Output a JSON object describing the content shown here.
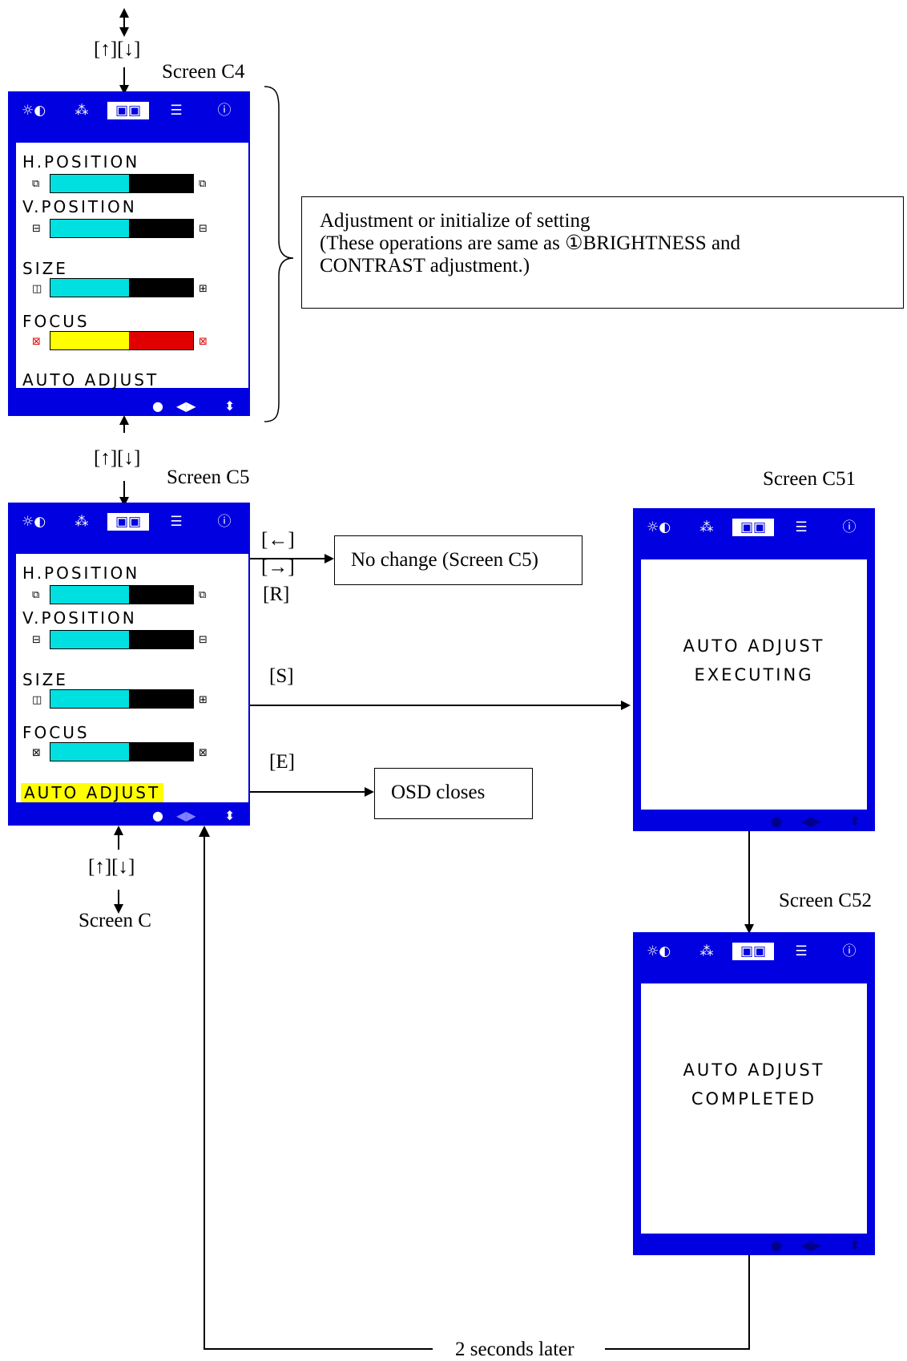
{
  "screens": {
    "c4": {
      "title": "Screen C4"
    },
    "c5": {
      "title": "Screen C5"
    },
    "c51": {
      "title": "Screen C51",
      "message": [
        "AUTO ADJUST",
        "EXECUTING"
      ]
    },
    "c52": {
      "title": "Screen C52",
      "message": [
        "AUTO ADJUST",
        "COMPLETED"
      ]
    }
  },
  "osd": {
    "items": {
      "h_position": "H.POSITION",
      "v_position": "V.POSITION",
      "size": "SIZE",
      "focus": "FOCUS",
      "auto_adjust": "AUTO ADJUST"
    },
    "bar_level": 0.55,
    "colors": {
      "frame": "#0000e0",
      "bar_fill": "#00e0e0",
      "bar_rest": "#000000",
      "focus_fill": "#ffff00",
      "focus_rest": "#e00000",
      "highlight": "#ffff00"
    }
  },
  "labels": {
    "updown": "[↑][↓]",
    "left": "[←]",
    "right": "[→]",
    "reset": "[R]",
    "select": "[S]",
    "exit": "[E]",
    "screen_c": "Screen C",
    "two_seconds": "2 seconds later"
  },
  "notes": {
    "adjust_line1": "Adjustment or initialize of setting",
    "adjust_line2": "(These operations are same as ①BRIGHTNESS and",
    "adjust_line3": "CONTRAST adjustment.)",
    "no_change": "No change (Screen C5)",
    "osd_closes": "OSD closes"
  }
}
